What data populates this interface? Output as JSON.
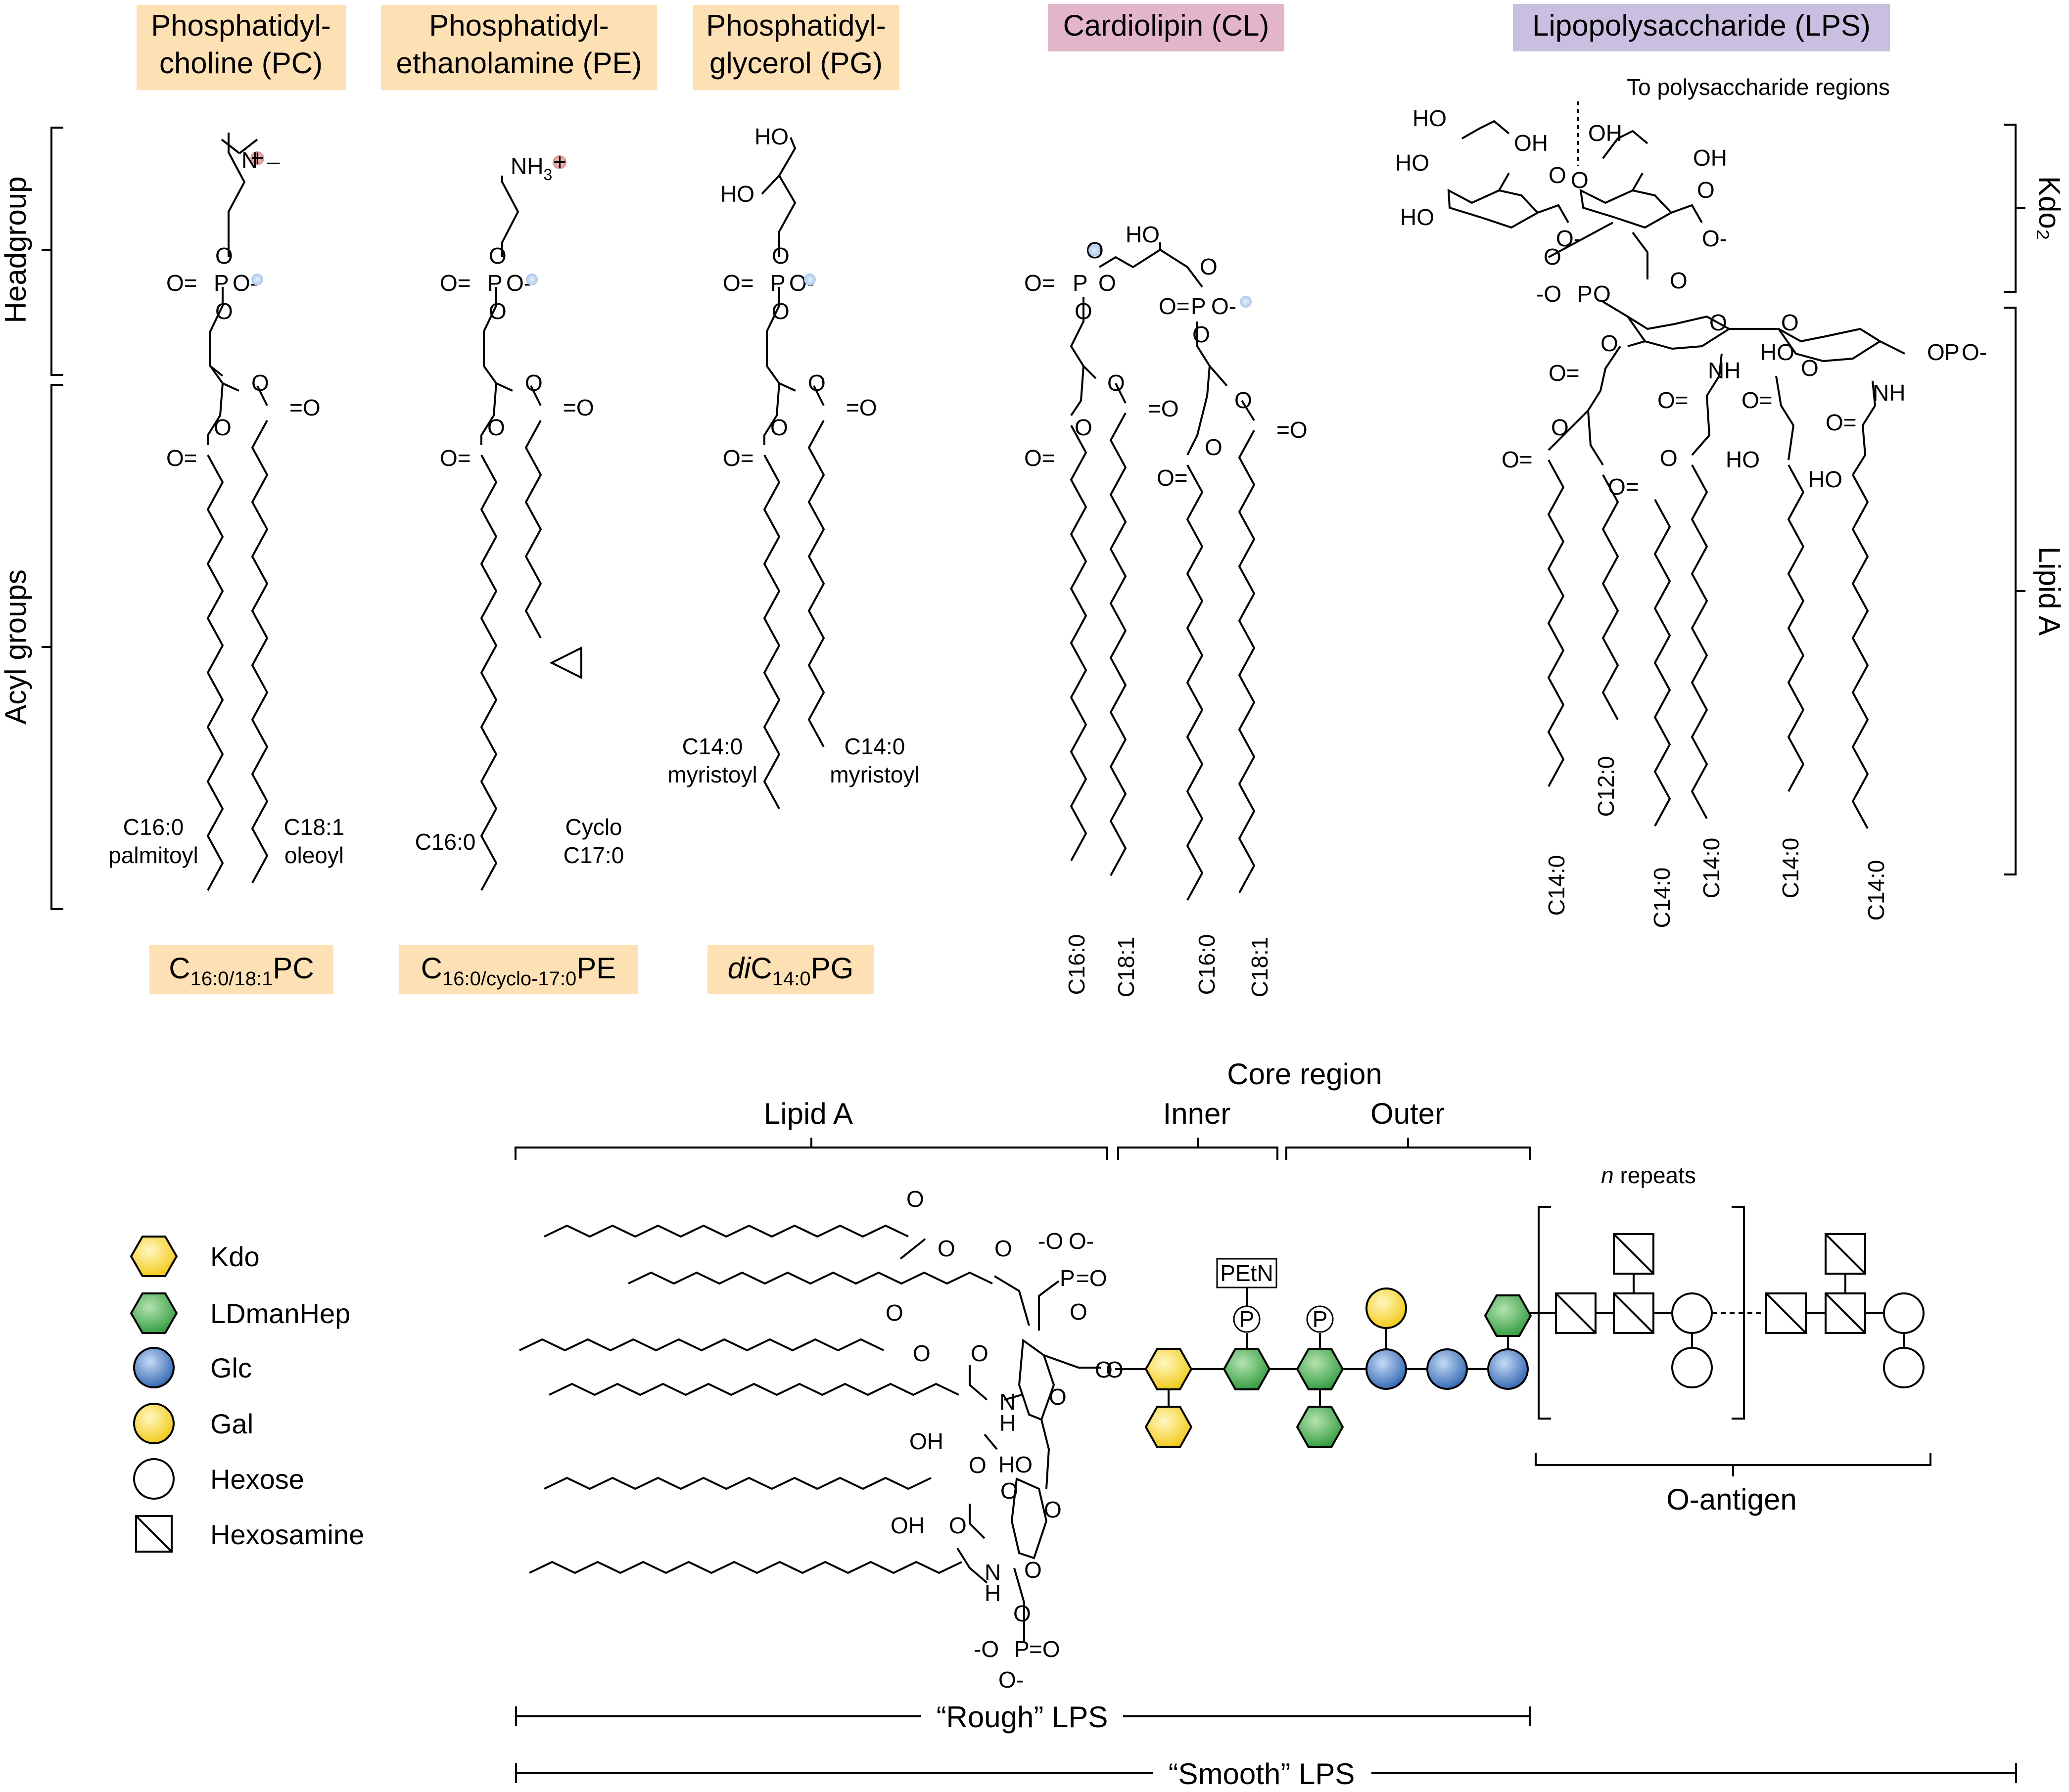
{
  "top_titles": {
    "pc": [
      "Phosphatidyl-",
      "choline (PC)"
    ],
    "pe": [
      "Phosphatidyl-",
      "ethanolamine (PE)"
    ],
    "pg": [
      "Phosphatidyl-",
      "glycerol (PG)"
    ],
    "cl": "Cardiolipin (CL)",
    "lps": "Lipopolysaccharide (LPS)"
  },
  "axis_labels": {
    "headgroup": "Headgroup",
    "acyl": "Acyl groups",
    "kdo2": "Kdo₂",
    "lipid_a_side": "Lipid A"
  },
  "pc": {
    "left_chain": [
      "C16:0",
      "palmitoyl"
    ],
    "right_chain": [
      "C18:1",
      "oleoyl"
    ],
    "bottom_base": "C",
    "bottom_sub": "16:0/18:1",
    "bottom_tail": "PC"
  },
  "pe": {
    "left_chain": "C16:0",
    "right_chain": [
      "Cyclo",
      "C17:0"
    ],
    "bottom_base": "C",
    "bottom_sub": "16:0/cyclo-17:0",
    "bottom_tail": "PE"
  },
  "pg": {
    "left_chain": [
      "C14:0",
      "myristoyl"
    ],
    "right_chain": [
      "C14:0",
      "myristoyl"
    ],
    "bottom_prefix": "di",
    "bottom_base": "C",
    "bottom_sub": "14:0",
    "bottom_tail": "PG"
  },
  "cl": {
    "chains": [
      "C16:0",
      "C18:1",
      "C16:0",
      "C18:1"
    ]
  },
  "lps_struct": {
    "to_poly": "To polysaccharide regions",
    "chains": [
      "C14:0",
      "C12:0",
      "C14:0",
      "C14:0",
      "C14:0",
      "C14:0"
    ]
  },
  "atoms": {
    "o": "O",
    "oeq": "O=",
    "eqo": "=O",
    "p": "P",
    "n": "N",
    "nh": "NH",
    "h": "H",
    "ho": "HO",
    "oh": "OH",
    "o_minus": "O-",
    "minus_o": "-O",
    "nh3": "NH",
    "nh3_sub": "3",
    "plus": "+",
    "minus": "–"
  },
  "bottom": {
    "core_region": "Core region",
    "lipid_a": "Lipid A",
    "inner": "Inner",
    "outer": "Outer",
    "n_repeats_n": "n",
    "n_repeats": " repeats",
    "o_antigen": "O-antigen",
    "rough": "“Rough” LPS",
    "smooth": "“Smooth” LPS",
    "petn": "PEtN",
    "p": "P"
  },
  "legend": [
    {
      "label": "Kdo",
      "icon": "hexagon",
      "color": "#f5d53a"
    },
    {
      "label": "LDmanHep",
      "icon": "hexagon",
      "color": "#3ea54a"
    },
    {
      "label": "Glc",
      "icon": "circle",
      "color": "#3a6fb8"
    },
    {
      "label": "Gal",
      "icon": "circle",
      "color": "#f5d53a"
    },
    {
      "label": "Hexose",
      "icon": "circle",
      "color": "#ffffff"
    },
    {
      "label": "Hexosamine",
      "icon": "square-slash",
      "color": "#ffffff"
    }
  ],
  "colors": {
    "pl_box": "#fde0b4",
    "cl_box": "#e3b5cb",
    "lps_box": "#c9bfe0",
    "plus_charge": "#e3a0a0",
    "minus_charge": "#b8d0ec",
    "kdo": "#f5d53a",
    "hep": "#3ea54a",
    "glc": "#3a6fb8",
    "gal": "#f5d53a"
  }
}
